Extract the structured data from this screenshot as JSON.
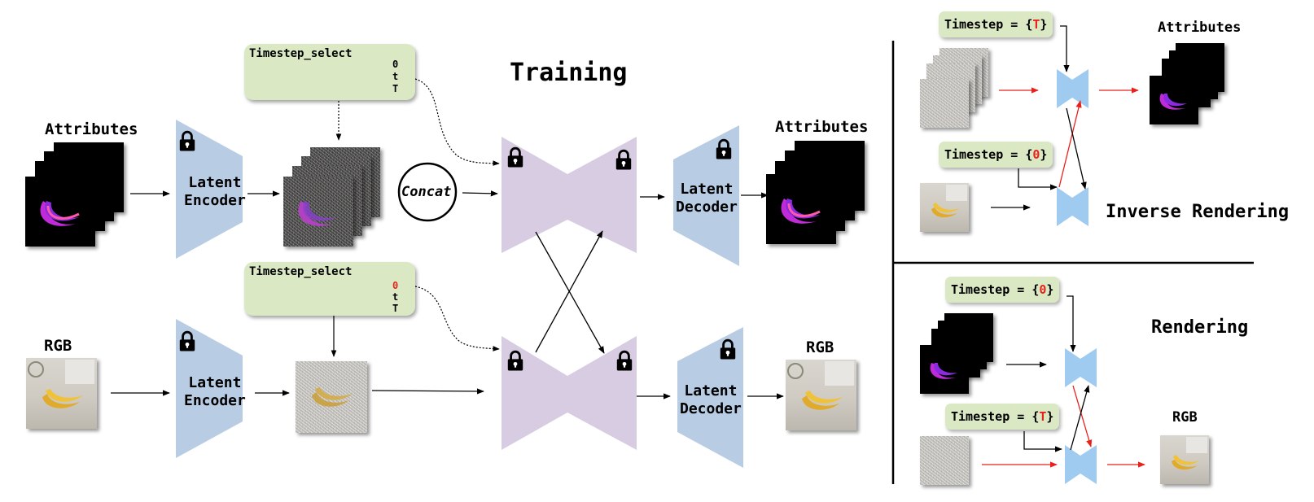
{
  "training": {
    "title": "Training",
    "attributes_in_label": "Attributes",
    "attributes_out_label": "Attributes",
    "rgb_in_label": "RGB",
    "rgb_out_label": "RGB",
    "encoder_label": "Latent\nEncoder",
    "decoder_label": "Latent\nDecoder",
    "concat_label": "Concat",
    "timestep_select_top": {
      "title": "Timestep_select",
      "options": [
        "0",
        "t",
        "T"
      ]
    },
    "timestep_select_bottom": {
      "title": "Timestep_select",
      "options": [
        "0",
        "t",
        "T"
      ]
    }
  },
  "inverse_rendering": {
    "title": "Inverse Rendering",
    "output_label": "Attributes",
    "timestep_a": {
      "prefix": "Timestep = {",
      "value": "T",
      "suffix": "}"
    },
    "timestep_b": {
      "prefix": "Timestep = {",
      "value": "0",
      "suffix": "}"
    }
  },
  "rendering": {
    "title": "Rendering",
    "output_label": "RGB",
    "timestep_a": {
      "prefix": "Timestep = {",
      "value": "0",
      "suffix": "}"
    },
    "timestep_b": {
      "prefix": "Timestep = {",
      "value": "T",
      "suffix": "}"
    }
  },
  "colors": {
    "encoder_fill": "#b8cce4",
    "unet_fill": "#d7cce2",
    "small_unet_fill": "#9fcbf0",
    "timestep_box": "#dbe8c4",
    "highlight_red": "#e8221a"
  }
}
